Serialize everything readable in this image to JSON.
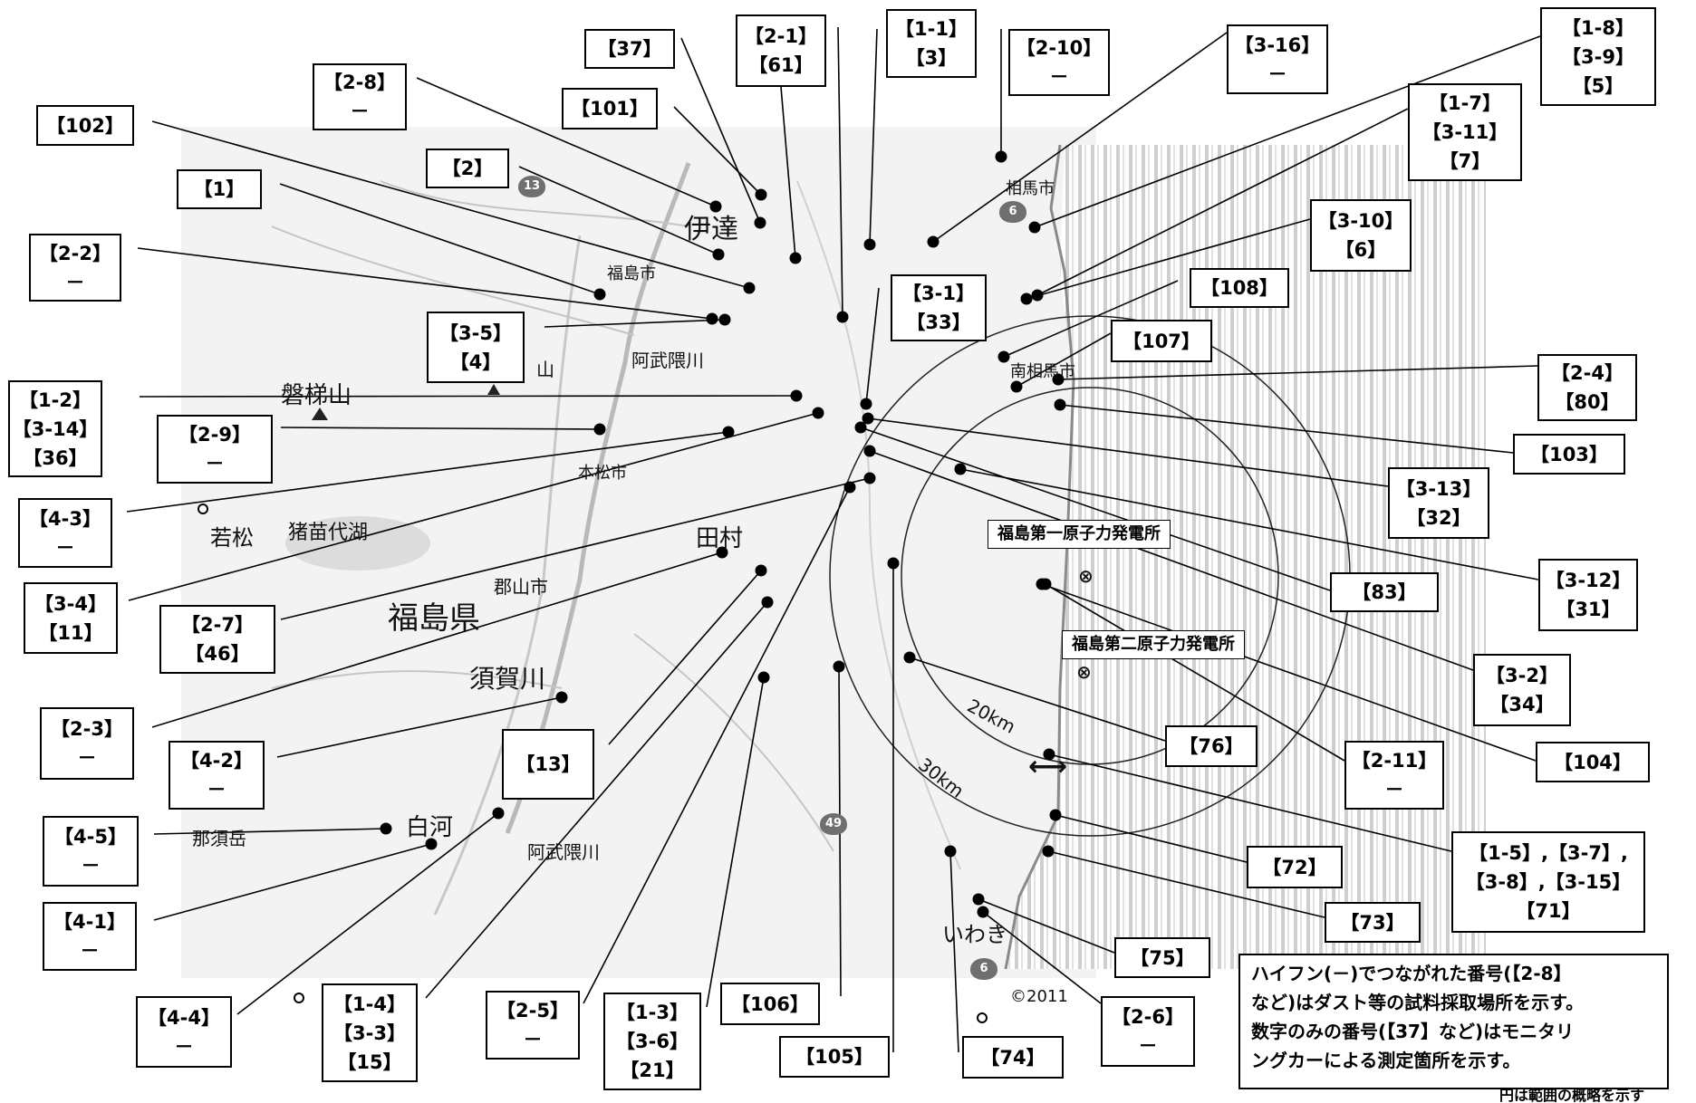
{
  "labels": [
    {
      "id": "L2_1",
      "lines": [
        "【2-1】",
        "【61】"
      ]
    },
    {
      "id": "L1_1",
      "lines": [
        "【1-1】",
        "【3】"
      ]
    },
    {
      "id": "L2_10",
      "lines": [
        "【2-10】",
        "－"
      ]
    },
    {
      "id": "L3_16",
      "lines": [
        "【3-16】",
        "－"
      ]
    },
    {
      "id": "L1_8",
      "lines": [
        "【1-8】",
        "【3-9】",
        "【5】"
      ]
    },
    {
      "id": "L37",
      "lines": [
        "【37】"
      ]
    },
    {
      "id": "L101",
      "lines": [
        "【101】"
      ]
    },
    {
      "id": "L2_8",
      "lines": [
        "【2-8】",
        "－"
      ]
    },
    {
      "id": "L102",
      "lines": [
        "【102】"
      ]
    },
    {
      "id": "L2",
      "lines": [
        "【2】"
      ]
    },
    {
      "id": "L1",
      "lines": [
        "【1】"
      ]
    },
    {
      "id": "L1_7",
      "lines": [
        "【1-7】",
        "【3-11】",
        "【7】"
      ]
    },
    {
      "id": "L2_2",
      "lines": [
        "【2-2】",
        "－"
      ]
    },
    {
      "id": "L3_10",
      "lines": [
        "【3-10】",
        "【6】"
      ]
    },
    {
      "id": "L3_1",
      "lines": [
        "【3-1】",
        "【33】"
      ]
    },
    {
      "id": "L108",
      "lines": [
        "【108】"
      ]
    },
    {
      "id": "L3_5",
      "lines": [
        "【3-5】",
        "【4】"
      ]
    },
    {
      "id": "L107",
      "lines": [
        "【107】"
      ]
    },
    {
      "id": "L2_4",
      "lines": [
        "【2-4】",
        "【80】"
      ]
    },
    {
      "id": "L1_2",
      "lines": [
        "【1-2】",
        "【3-14】",
        "【36】"
      ]
    },
    {
      "id": "L2_9",
      "lines": [
        "【2-9】",
        "－"
      ]
    },
    {
      "id": "L103",
      "lines": [
        "【103】"
      ]
    },
    {
      "id": "L3_13",
      "lines": [
        "【3-13】",
        "【32】"
      ]
    },
    {
      "id": "L4_3",
      "lines": [
        "【4-3】",
        "－"
      ]
    },
    {
      "id": "L3_12",
      "lines": [
        "【3-12】",
        "【31】"
      ]
    },
    {
      "id": "L83",
      "lines": [
        "【83】"
      ]
    },
    {
      "id": "L3_4",
      "lines": [
        "【3-4】",
        "【11】"
      ]
    },
    {
      "id": "L2_7",
      "lines": [
        "【2-7】",
        "【46】"
      ]
    },
    {
      "id": "L3_2",
      "lines": [
        "【3-2】",
        "【34】"
      ]
    },
    {
      "id": "L2_3",
      "lines": [
        "【2-3】",
        "－"
      ]
    },
    {
      "id": "L4_2",
      "lines": [
        "【4-2】",
        "－"
      ]
    },
    {
      "id": "L13",
      "lines": [
        "【13】"
      ]
    },
    {
      "id": "L76",
      "lines": [
        "【76】"
      ]
    },
    {
      "id": "L2_11",
      "lines": [
        "【2-11】",
        "－"
      ]
    },
    {
      "id": "L104",
      "lines": [
        "【104】"
      ]
    },
    {
      "id": "L4_5",
      "lines": [
        "【4-5】",
        "－"
      ]
    },
    {
      "id": "L72",
      "lines": [
        "【72】"
      ]
    },
    {
      "id": "L1_5",
      "lines": [
        "【1-5】,【3-7】,",
        "【3-8】,【3-15】",
        "【71】"
      ]
    },
    {
      "id": "L4_1",
      "lines": [
        "【4-1】",
        "－"
      ]
    },
    {
      "id": "L73",
      "lines": [
        "【73】"
      ]
    },
    {
      "id": "L75",
      "lines": [
        "【75】"
      ]
    },
    {
      "id": "L4_4",
      "lines": [
        "【4-4】",
        "－"
      ]
    },
    {
      "id": "L1_4",
      "lines": [
        "【1-4】",
        "【3-3】",
        "【15】"
      ]
    },
    {
      "id": "L2_5",
      "lines": [
        "【2-5】",
        "－"
      ]
    },
    {
      "id": "L1_3",
      "lines": [
        "【1-3】",
        "【3-6】",
        "【21】"
      ]
    },
    {
      "id": "L106",
      "lines": [
        "【106】"
      ]
    },
    {
      "id": "L105",
      "lines": [
        "【105】"
      ]
    },
    {
      "id": "L74",
      "lines": [
        "【74】"
      ]
    },
    {
      "id": "L2_6",
      "lines": [
        "【2-6】",
        "－"
      ]
    }
  ],
  "plants": {
    "daiichi": "福島第一原子力発電所",
    "daini": "福島第二原子力発電所"
  },
  "rings": {
    "r20": "20km",
    "r30": "30km"
  },
  "place_names": {
    "date": "伊達",
    "fukushima_city": "福島市",
    "soma": "相馬市",
    "minamisoma": "南相馬市",
    "abukuma_river_north": "阿武隈川",
    "abukuma_river_south": "阿武隈川",
    "bandaisan": "磐梯山",
    "nihonmatsu": "本松市",
    "aizuwakamatsu": "若松",
    "inawashiro": "猪苗代湖",
    "tamura": "田村",
    "koriyama": "郡山市",
    "fukushima_pref": "福島県",
    "sukagawa": "須賀川",
    "shirakawa": "白河",
    "nasudake": "那須岳",
    "iwaki": "いわき",
    "yama": "山",
    "route_13": "13",
    "route_49": "49",
    "route_6n": "6",
    "route_6s": "6"
  },
  "copyright": "©2011",
  "legend": [
    "ハイフン(－)でつながれた番号(【2-8】",
    "など)はダスト等の試料採取場所を示す。",
    "数字のみの番号(【37】など)はモニタリ",
    "ングカーによる測定箇所を示す。"
  ],
  "caption": "円は範囲の概略を示す"
}
